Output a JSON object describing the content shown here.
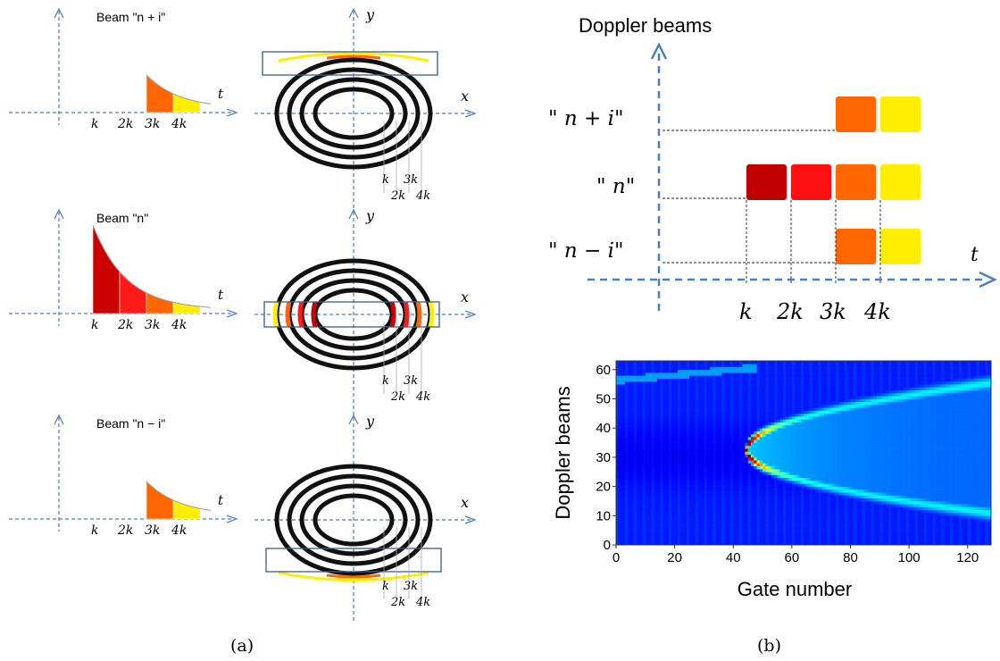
{
  "panel_a": {
    "caption": "(a)",
    "beams": [
      {
        "title": "Beam \"n + i\"",
        "t_label": "t",
        "x_label": "x",
        "y_label": "y",
        "pulse_ticks": [
          "k",
          "2k",
          "3k",
          "4k"
        ],
        "ring_ticks": [
          "k",
          "3k",
          "2k",
          "4k"
        ],
        "pulse_colors": [
          "#ff6600",
          "#ffee00"
        ],
        "ring_highlight_colors": [
          "#ff6600",
          "#ffee00"
        ]
      },
      {
        "title": "Beam \"n\"",
        "t_label": "t",
        "x_label": "x",
        "y_label": "y",
        "pulse_ticks": [
          "k",
          "2k",
          "3k",
          "4k"
        ],
        "ring_ticks": [
          "k",
          "3k",
          "2k",
          "4k"
        ],
        "pulse_colors": [
          "#cc0000",
          "#ff1a1a",
          "#ff6600",
          "#ffee00"
        ],
        "ring_highlight_colors": [
          "#cc0000",
          "#ff1a1a",
          "#ff6600",
          "#ffee00"
        ]
      },
      {
        "title": "Beam \"n − i\"",
        "t_label": "t",
        "x_label": "x",
        "y_label": "y",
        "pulse_ticks": [
          "k",
          "2k",
          "3k",
          "4k"
        ],
        "ring_ticks": [
          "k",
          "3k",
          "2k",
          "4k"
        ],
        "pulse_colors": [
          "#ff6600",
          "#ffee00"
        ],
        "ring_highlight_colors": [
          "#ff6600",
          "#ffee00"
        ]
      }
    ]
  },
  "panel_b": {
    "caption": "(b)",
    "diagram": {
      "y_axis_label": "Doppler beams",
      "t_label": "t",
      "rows": [
        {
          "label": "\" n + i\"",
          "blocks": [
            "#ff6600",
            "#ffee00"
          ],
          "start_slot": 3
        },
        {
          "label": "\" n\"",
          "blocks": [
            "#c00000",
            "#ff1010",
            "#ff6600",
            "#ffee00"
          ],
          "start_slot": 1
        },
        {
          "label": "\" n − i\"",
          "blocks": [
            "#ff6600",
            "#ffee00"
          ],
          "start_slot": 3
        }
      ],
      "x_ticks": [
        "k",
        "2k",
        "3k",
        "4k"
      ]
    },
    "chart_data": {
      "type": "heatmap",
      "title": "",
      "xlabel": "Gate number",
      "ylabel": "Doppler beams",
      "xlim": [
        0,
        128
      ],
      "ylim": [
        0,
        63
      ],
      "x_ticks": [
        "0",
        "20",
        "40",
        "60",
        "80",
        "100",
        "120"
      ],
      "y_ticks": [
        "0",
        "10",
        "20",
        "30",
        "40",
        "50",
        "60"
      ],
      "colormap": "jet",
      "background_value": 0.15,
      "features": [
        {
          "name_hidden": true,
          "shape": "parabola",
          "vertex_gate": 44,
          "vertex_beam": 32,
          "upper_end": {
            "gate": 128,
            "beam": 55
          },
          "lower_end": {
            "gate": 123,
            "beam": 11
          }
        },
        {
          "shape": "line",
          "from": {
            "gate": 0,
            "beam": 56
          },
          "to": {
            "gate": 45,
            "beam": 60
          }
        }
      ]
    }
  }
}
